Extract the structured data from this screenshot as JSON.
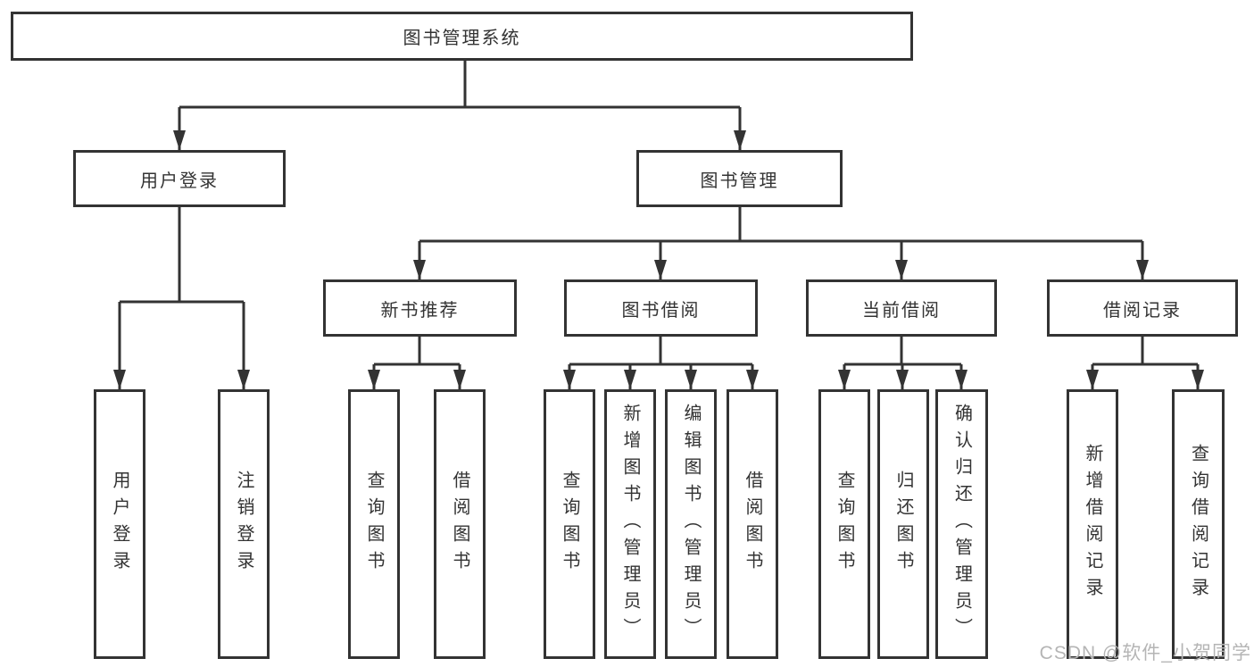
{
  "tree": {
    "root": "图书管理系统",
    "branches": [
      {
        "label": "用户登录",
        "children": [
          "用户登录",
          "注销登录"
        ]
      },
      {
        "label": "图书管理",
        "groups": [
          {
            "label": "新书推荐",
            "children": [
              "查询图书",
              "借阅图书"
            ]
          },
          {
            "label": "图书借阅",
            "children": [
              "查询图书",
              "新增图书（管理员）",
              "编辑图书（管理员）",
              "借阅图书"
            ]
          },
          {
            "label": "当前借阅",
            "children": [
              "查询图书",
              "归还图书",
              "确认归还（管理员）"
            ]
          },
          {
            "label": "借阅记录",
            "children": [
              "新增借阅记录",
              "查询借阅记录"
            ]
          }
        ]
      }
    ]
  },
  "watermark": {
    "text": "CSDN @软件_小贺同学"
  },
  "colors": {
    "line": "#333333",
    "box_border": "#333333",
    "text": "#333333",
    "watermark": "#b5b5b5",
    "background": "#ffffff"
  }
}
